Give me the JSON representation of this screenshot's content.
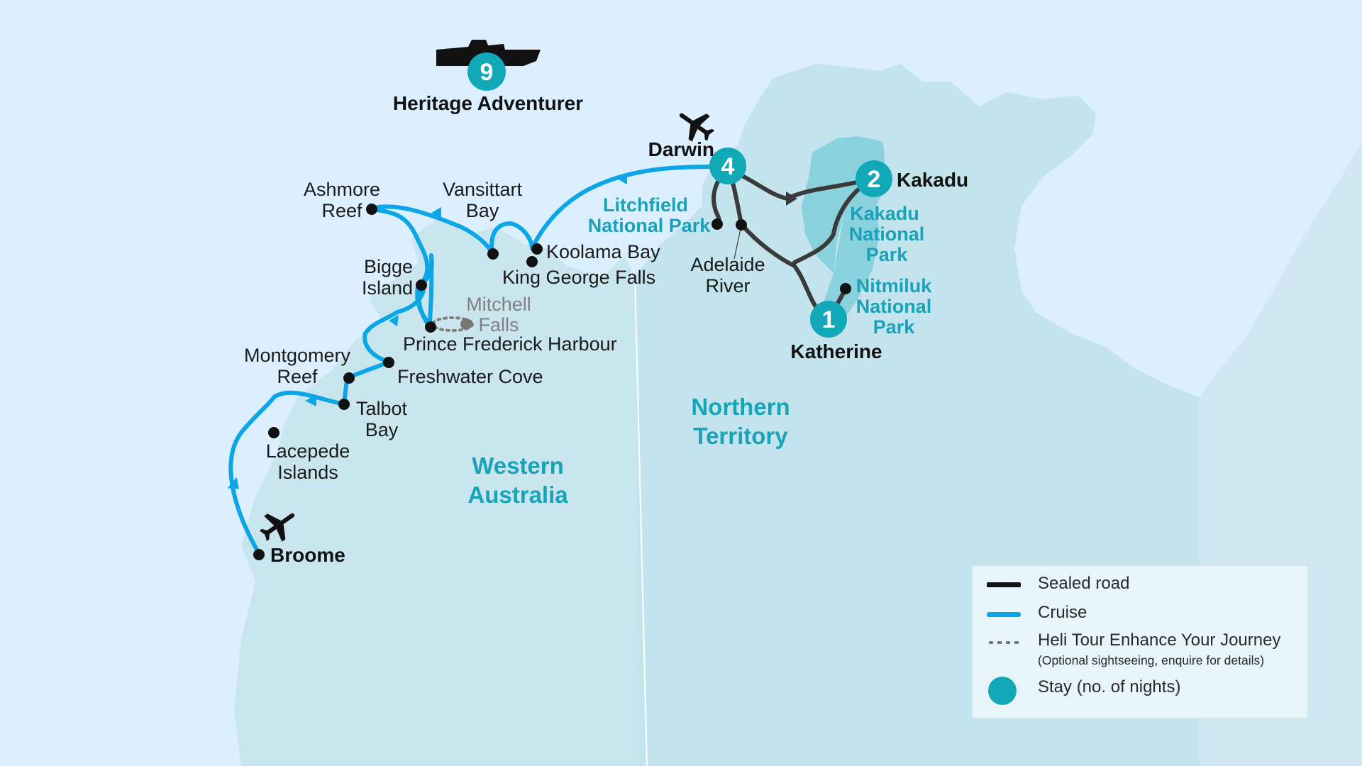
{
  "ship": {
    "name": "Heritage Adventurer",
    "nights": "9"
  },
  "stays": {
    "darwin": {
      "label": "Darwin",
      "nights": "4"
    },
    "kakadu": {
      "label": "Kakadu",
      "nights": "2"
    },
    "katherine": {
      "label": "Katherine",
      "nights": "1"
    }
  },
  "cruise_stops": {
    "broome": "Broome",
    "lacepede": [
      "Lacepede",
      "Islands"
    ],
    "talbot": [
      "Talbot",
      "Bay"
    ],
    "montgomery": [
      "Montgomery",
      "Reef"
    ],
    "freshwater": "Freshwater Cove",
    "prince_frederick": "Prince Frederick Harbour",
    "bigge": [
      "Bigge",
      "Island"
    ],
    "ashmore": [
      "Ashmore",
      "Reef"
    ],
    "vansittart": [
      "Vansittart",
      "Bay"
    ],
    "koolama": "Koolama Bay",
    "king_george": "King George Falls"
  },
  "heli_stop": [
    "Mitchell",
    "Falls"
  ],
  "road_stops": {
    "adelaide_river": [
      "Adelaide",
      "River"
    ]
  },
  "parks": {
    "litchfield": [
      "Litchfield",
      "National Park"
    ],
    "kakadu": [
      "Kakadu",
      "National",
      "Park"
    ],
    "nitmiluk": [
      "Nitmiluk",
      "National",
      "Park"
    ]
  },
  "regions": {
    "wa": [
      "Western",
      "Australia"
    ],
    "nt": [
      "Northern",
      "Territory"
    ]
  },
  "legend": {
    "sealed_road": "Sealed road",
    "cruise": "Cruise",
    "heli": "Heli Tour Enhance Your Journey",
    "heli_note": "(Optional sightseeing, enquire for details)",
    "stay": "Stay (no. of nights)"
  },
  "colors": {
    "ocean": "#dcefff",
    "land": "#c9e6ef",
    "land_nt": "#c3e4ec",
    "park": "#7fcfdb",
    "cruise": "#0aa6e6",
    "road": "#3a3a3a",
    "stay": "#11a8b8",
    "park_text": "#1aa2ba",
    "heli": "#808080"
  },
  "icons": [
    "ship-icon",
    "plane-icon"
  ]
}
